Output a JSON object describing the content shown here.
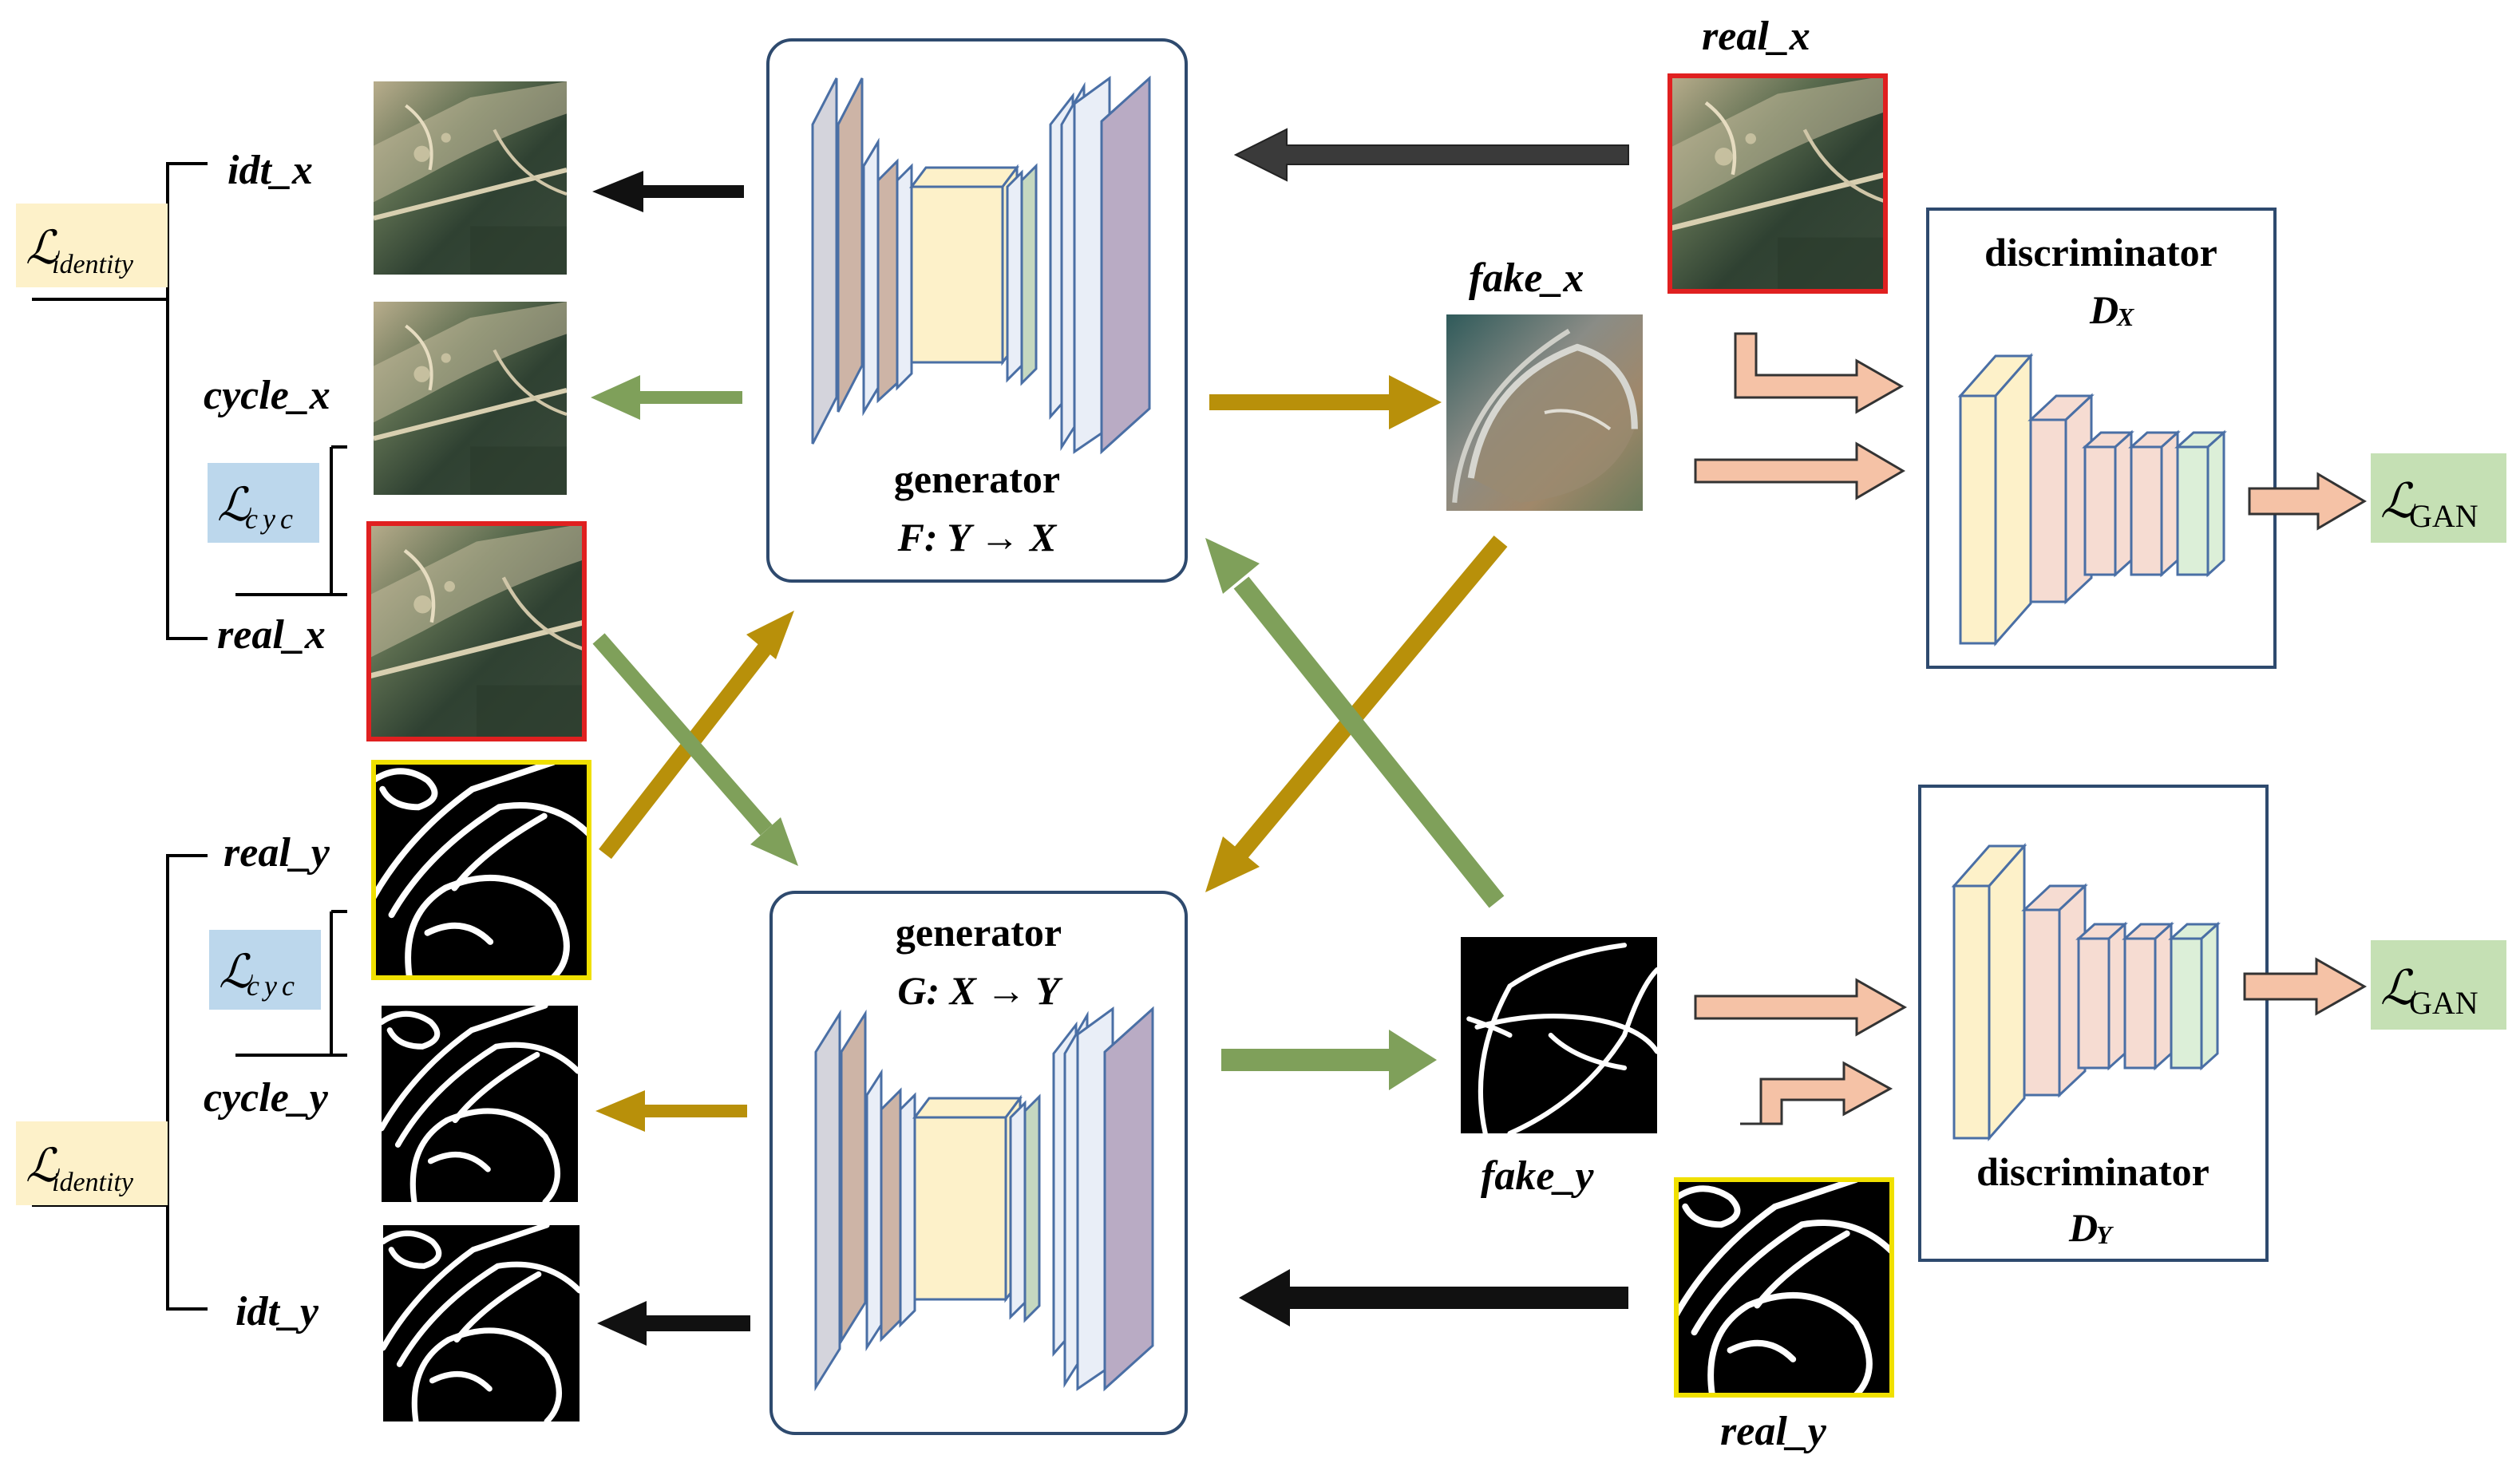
{
  "colors": {
    "black_arrow": "#111111",
    "dark_arrow": "#3a3a3a",
    "green_arrow": "#7fa05a",
    "gold_arrow": "#b8900a",
    "peach_arrow": "#f5c2a6",
    "identity_box": "#fdf1c9",
    "cyc_box": "#bcd7ec",
    "gan_box": "#c5e0b4",
    "real_frame_x": "#e02020",
    "real_frame_y": "#f0e000",
    "module_border": "#2e4a6e"
  },
  "generator_top": {
    "title": "generator",
    "mapping": "F: Y → X"
  },
  "generator_bottom": {
    "title": "generator",
    "mapping": "G: X → Y"
  },
  "discriminator_top": {
    "title": "discriminator",
    "label": "D",
    "label_sub": "X"
  },
  "discriminator_bottom": {
    "title": "discriminator",
    "label": "D",
    "label_sub": "Y"
  },
  "images": {
    "idt_x": "idt_x",
    "cycle_x": "cycle_x",
    "real_x_left": "real_x",
    "real_y_left": "real_y",
    "cycle_y": "cycle_y",
    "idt_y": "idt_y",
    "fake_x": "fake_x",
    "fake_y": "fake_y",
    "real_x_right": "real_x",
    "real_y_right": "real_y"
  },
  "losses": {
    "identity_top": {
      "symbol": "ℒ",
      "sub": "identity"
    },
    "cyc_top": {
      "symbol": "ℒ",
      "sub": "cyc"
    },
    "cyc_bottom": {
      "symbol": "ℒ",
      "sub": "cyc"
    },
    "identity_bottom": {
      "symbol": "ℒ",
      "sub": "identity"
    },
    "gan_top": {
      "symbol": "ℒ",
      "sub": "GAN"
    },
    "gan_bottom": {
      "symbol": "ℒ",
      "sub": "GAN"
    }
  }
}
